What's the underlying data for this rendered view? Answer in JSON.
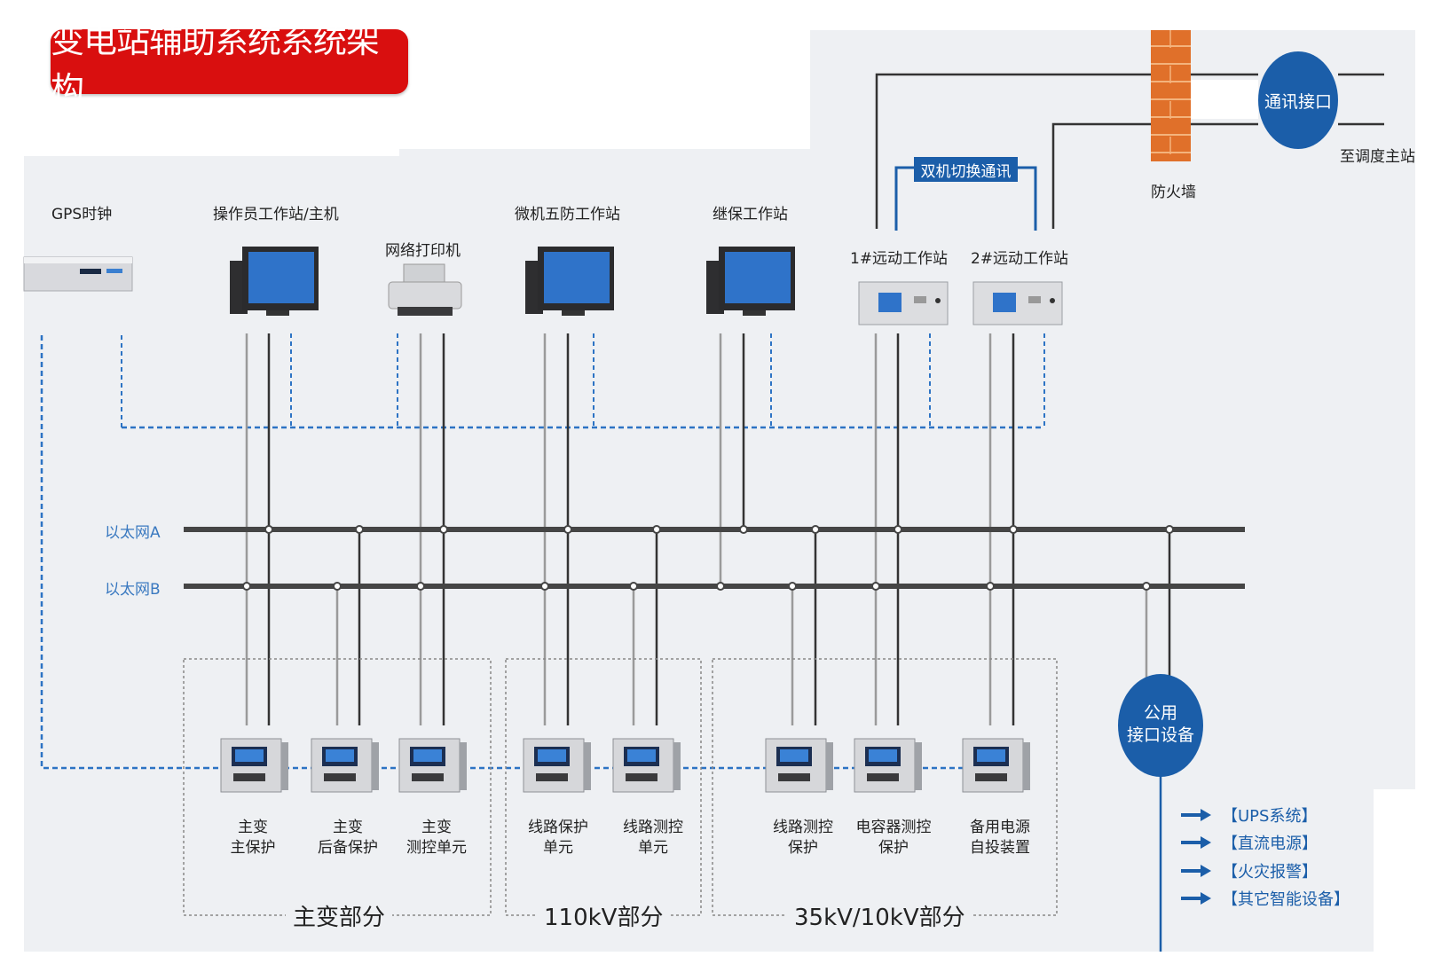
{
  "title": "变电站辅助系统系统架构",
  "devices": {
    "gps": "GPS时钟",
    "operator": "操作员工作站/主机",
    "printer": "网络打印机",
    "five_prevention": "微机五防工作站",
    "relay": "继保工作站",
    "telecontrol1": "1#远动工作站",
    "telecontrol2": "2#远动工作站"
  },
  "dual_switch": "双机切换通讯",
  "firewall": "防火墙",
  "comm_interface": "通讯接口",
  "dispatch": "至调度主站",
  "networks": {
    "a": "以太网A",
    "b": "以太网B"
  },
  "units": [
    {
      "line1": "主变",
      "line2": "主保护"
    },
    {
      "line1": "主变",
      "line2": "后备保护"
    },
    {
      "line1": "主变",
      "line2": "测控单元"
    },
    {
      "line1": "线路保护",
      "line2": "单元"
    },
    {
      "line1": "线路测控",
      "line2": "单元"
    },
    {
      "line1": "线路测控",
      "line2": "保护"
    },
    {
      "line1": "电容器测控",
      "line2": "保护"
    },
    {
      "line1": "备用电源",
      "line2": "自投装置"
    }
  ],
  "sections": {
    "main_transformer": "主变部分",
    "kv110": "110kV部分",
    "kv35_10": "35kV/10kV部分"
  },
  "public_interface": {
    "line1": "公用",
    "line2": "接口设备"
  },
  "public_outputs": [
    "【UPS系统】",
    "【直流电源】",
    "【火灾报警】",
    "【其它智能设备】"
  ],
  "colors": {
    "title_bg": "#d90f0f",
    "accent_blue": "#1b5ea9",
    "dashed_blue": "#2c73c4",
    "bus": "#454545",
    "firewall": "#e0702a",
    "panel_bg": "#eef0f3"
  }
}
